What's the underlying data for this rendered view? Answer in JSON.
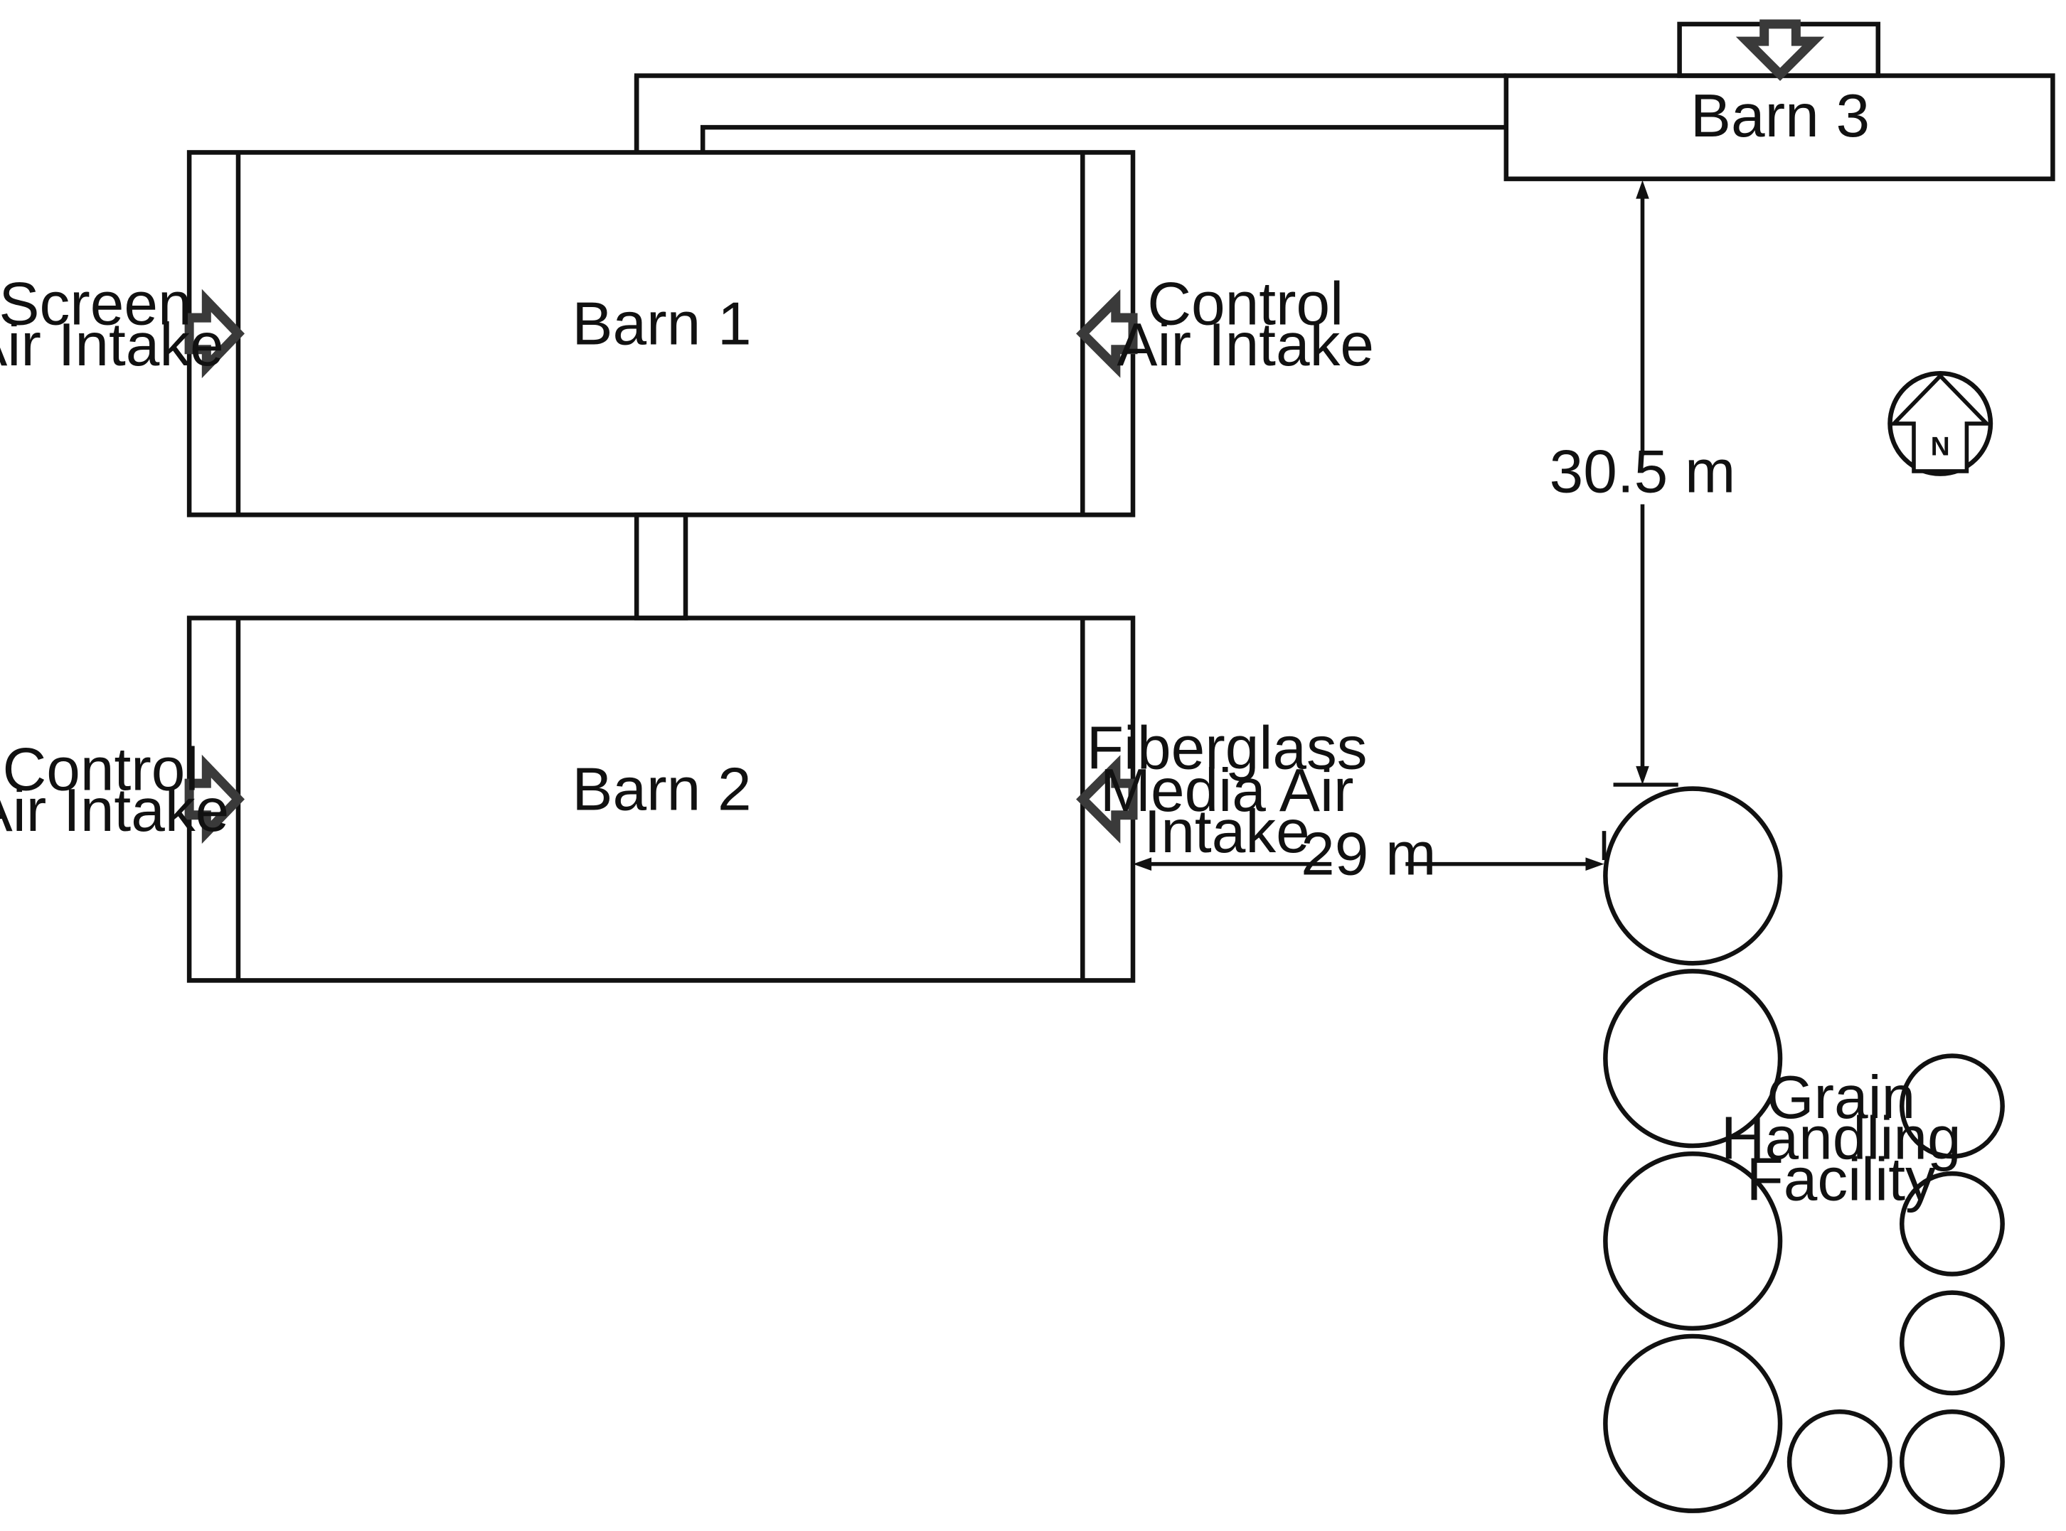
{
  "barns": {
    "barn1": "Barn 1",
    "barn2": "Barn 2",
    "barn3": "Barn 3"
  },
  "intakes": {
    "barn1_west": [
      "Screen",
      "Air Intake"
    ],
    "barn1_east": [
      "Control",
      "Air Intake"
    ],
    "barn2_west": [
      "Control",
      "Air Intake"
    ],
    "barn2_east": [
      "Fiberglass",
      "Media Air",
      "Intake"
    ]
  },
  "dimensions": {
    "barn3_to_grain": "30.5 m",
    "barn2_to_grain": "29 m"
  },
  "grain_facility": [
    "Grain",
    "Handling",
    "Facility"
  ],
  "north_arrow": {
    "label": "N",
    "icon": "north-arrow-icon"
  },
  "colors": {
    "line": "#111111",
    "arrow_outline": "#3a3a3a",
    "background": "#ffffff"
  }
}
